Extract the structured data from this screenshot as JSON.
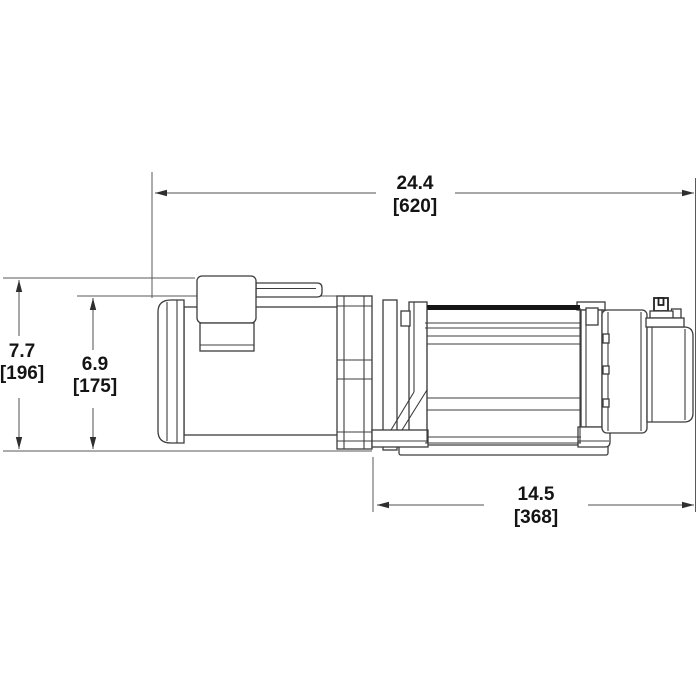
{
  "drawing": {
    "kind": "winch side-view dimension drawing",
    "background_color": "#ffffff",
    "line_color": "#3c3c3c",
    "heavy_line_color": "#161616",
    "text_color": "#141414"
  },
  "dimensions": {
    "overall_length": {
      "inches": "24.4",
      "millimeters": "[620]"
    },
    "overall_height": {
      "inches": "7.7",
      "millimeters": "[196]"
    },
    "drum_height": {
      "inches": "6.9",
      "millimeters": "[175]"
    },
    "mount_length": {
      "inches": "14.5",
      "millimeters": "[368]"
    }
  }
}
